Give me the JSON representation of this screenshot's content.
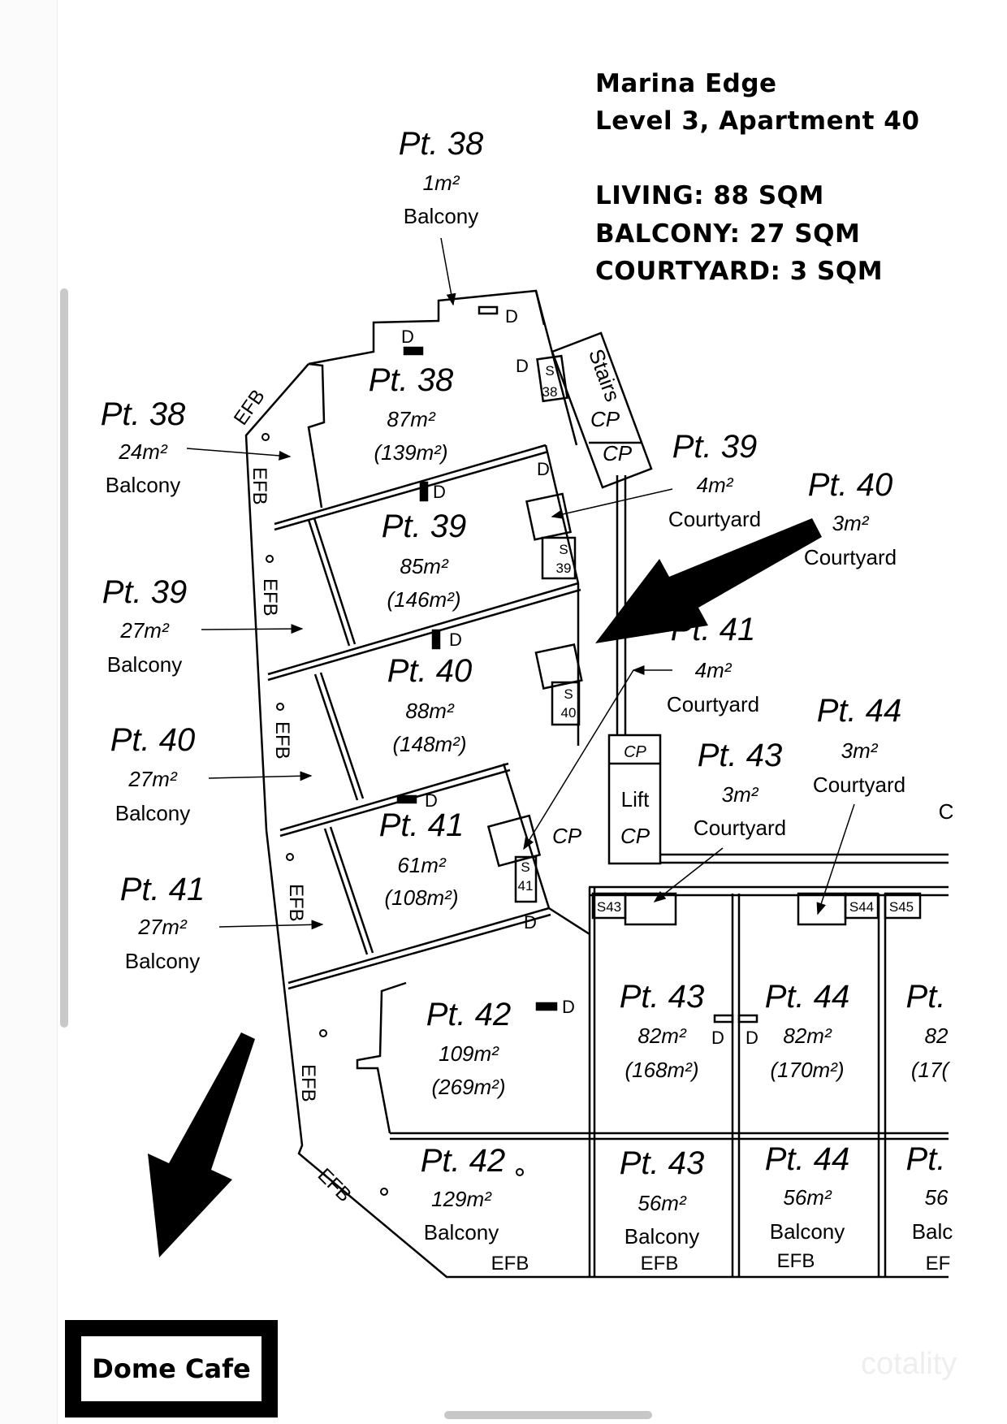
{
  "header": {
    "building": "Marina Edge",
    "unit": "Level 3, Apartment 40",
    "living": "LIVING: 88 SQM",
    "balcony": "BALCONY: 27 SQM",
    "courtyard": "COURTYARD: 3 SQM"
  },
  "callouts": {
    "pt38_top": {
      "lot": "Pt. 38",
      "area": "1m²",
      "use": "Balcony"
    },
    "pt38_bal": {
      "lot": "Pt. 38",
      "area": "24m²",
      "use": "Balcony"
    },
    "pt39_bal": {
      "lot": "Pt. 39",
      "area": "27m²",
      "use": "Balcony"
    },
    "pt40_bal": {
      "lot": "Pt. 40",
      "area": "27m²",
      "use": "Balcony"
    },
    "pt41_bal": {
      "lot": "Pt. 41",
      "area": "27m²",
      "use": "Balcony"
    },
    "pt39_cy": {
      "lot": "Pt. 39",
      "area": "4m²",
      "use": "Courtyard"
    },
    "pt40_cy": {
      "lot": "Pt. 40",
      "area": "3m²",
      "use": "Courtyard"
    },
    "pt41_cy": {
      "lot": "Pt. 41",
      "area": "4m²",
      "use": "Courtyard"
    },
    "pt43_cy": {
      "lot": "Pt. 43",
      "area": "3m²",
      "use": "Courtyard"
    },
    "pt44_cy": {
      "lot": "Pt. 44",
      "area": "3m²",
      "use": "Courtyard"
    }
  },
  "units": {
    "pt38": {
      "lot": "Pt. 38",
      "area": "87m²",
      "total": "(139m²)"
    },
    "pt39": {
      "lot": "Pt. 39",
      "area": "85m²",
      "total": "(146m²)"
    },
    "pt40": {
      "lot": "Pt. 40",
      "area": "88m²",
      "total": "(148m²)"
    },
    "pt41": {
      "lot": "Pt. 41",
      "area": "61m²",
      "total": "(108m²)"
    },
    "pt42": {
      "lot": "Pt. 42",
      "area": "109m²",
      "total": "(269m²)"
    },
    "pt43": {
      "lot": "Pt. 43",
      "area": "82m²",
      "total": "(168m²)"
    },
    "pt44": {
      "lot": "Pt. 44",
      "area": "82m²",
      "total": "(170m²)"
    },
    "pt45": {
      "lot": "Pt.",
      "area": "82",
      "total": "(17("
    }
  },
  "balconies_bottom": {
    "pt42": {
      "lot": "Pt. 42",
      "area": "129m²",
      "use": "Balcony",
      "efb": "EFB"
    },
    "pt43": {
      "lot": "Pt. 43",
      "area": "56m²",
      "use": "Balcony",
      "efb": "EFB"
    },
    "pt44": {
      "lot": "Pt. 44",
      "area": "56m²",
      "use": "Balcony",
      "efb": "EFB"
    },
    "pt45": {
      "lot": "Pt.",
      "area": "56",
      "use": "Balc",
      "efb": "EF"
    }
  },
  "labels": {
    "efb": "EFB",
    "d": "D",
    "s": "S",
    "cp": "CP",
    "lift": "Lift",
    "stairs": "Stairs",
    "s38": "38",
    "s39": "39",
    "s40": "40",
    "s41": "41",
    "s43": "S43",
    "s44": "S44",
    "s45": "S45",
    "cut_c": "C"
  },
  "cafe": "Dome Cafe",
  "watermark": "cotality"
}
